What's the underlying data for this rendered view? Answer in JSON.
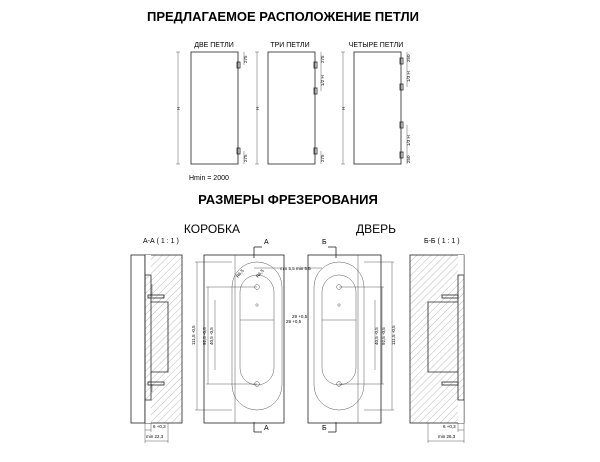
{
  "title": "ПРЕДЛАГАЕМОЕ РАСПОЛОЖЕНИЕ ПЕТЛИ",
  "subtitle": "РАЗМЕРЫ ФРЕЗЕРОВАНИЯ",
  "hmin": "Hmin = 2000",
  "panels": [
    {
      "label": "ДВЕ ПЕТЛИ",
      "h": "H",
      "dims": [
        "275",
        "275"
      ]
    },
    {
      "label": "ТРИ ПЕТЛИ",
      "h": "H",
      "dims": [
        "275",
        "1/2 H",
        "275"
      ]
    },
    {
      "label": "ЧЕТЫРЕ ПЕТЛИ",
      "h": "H",
      "dims": [
        "250",
        "1/3 H",
        "1/3 H",
        "250"
      ]
    }
  ],
  "korobka": "КОРОБКА",
  "dver": "ДВЕРЬ",
  "section_aa": "А-А ( 1 : 1 )",
  "section_bb": "Б-Б ( 1 : 1 )",
  "marks": {
    "a": "А",
    "b": "Б"
  },
  "frame_dims": {
    "r": "R6,5",
    "l1": "111,5 -0,5",
    "l2": "92,5 -0,5",
    "l3": "40,5 -0,5",
    "w": "29 +0,5",
    "depth": "min 5,5"
  },
  "door_dims": {
    "depth": "min 5,5",
    "w": "29 +0,5",
    "l1": "111,5 -0,5",
    "l2": "92,5 -0,5",
    "l3": "40,5 -0,5"
  },
  "aa_dims": {
    "a": "6 +0,3",
    "b": "min 22,3"
  },
  "bb_dims": {
    "a": "6 +0,3",
    "b": "min 26,3"
  }
}
